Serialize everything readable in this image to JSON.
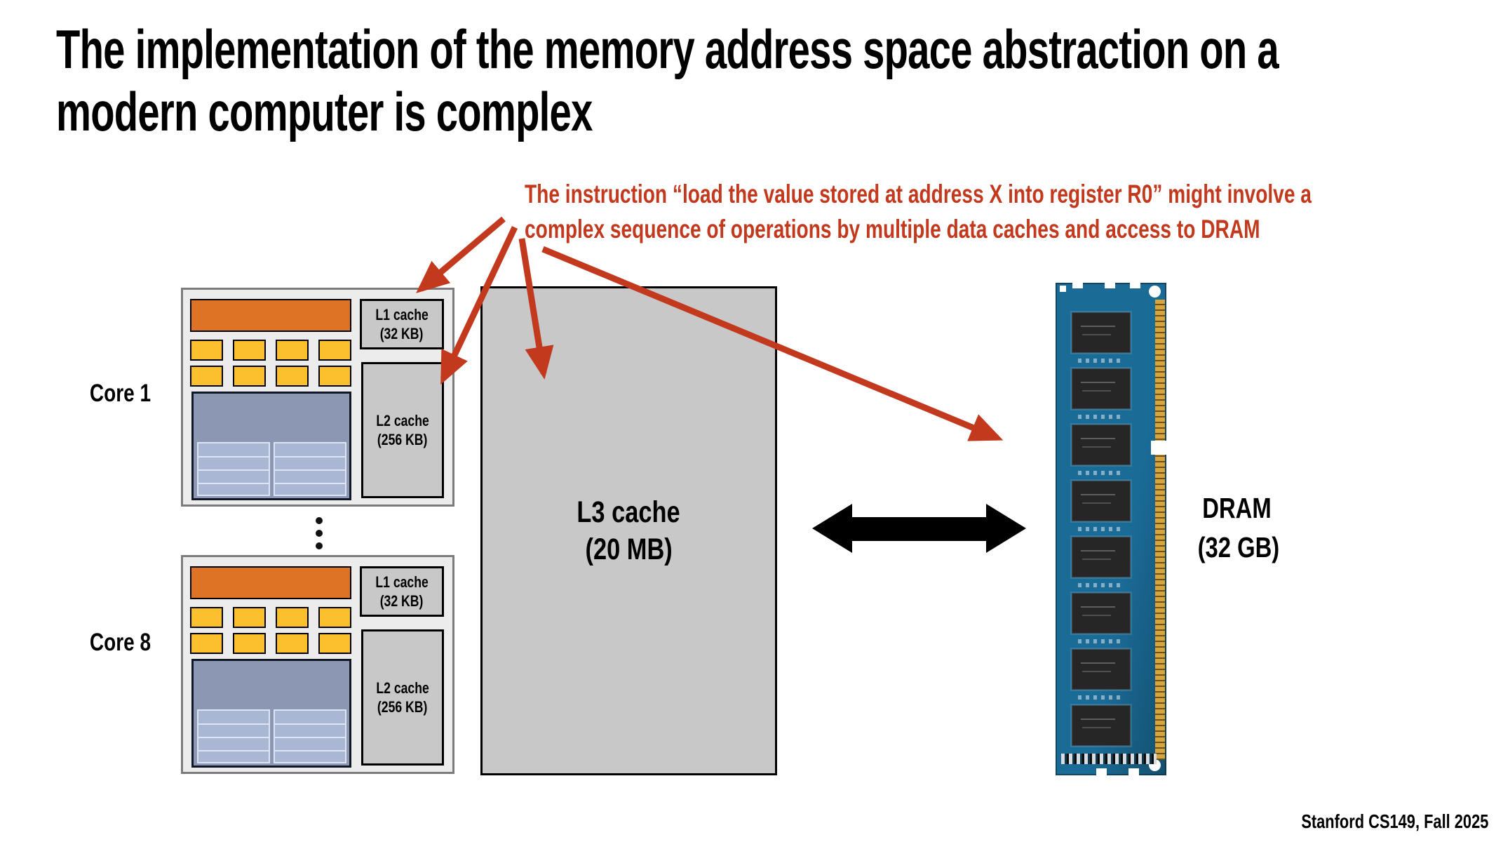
{
  "slide": {
    "title_line1": "The implementation of the memory address space abstraction on a",
    "title_line2": "modern computer is complex",
    "footer": "Stanford CS149, Fall 2025"
  },
  "annotation": {
    "line1": "The instruction “load the value stored at address X into register R0” might involve a",
    "line2": "complex sequence of operations by multiple data caches and access to DRAM"
  },
  "cores": [
    {
      "label": "Core 1",
      "l1_name": "L1 cache",
      "l1_size": "(32 KB)",
      "l2_name": "L2 cache",
      "l2_size": "(256 KB)"
    },
    {
      "label": "Core 8",
      "l1_name": "L1 cache",
      "l1_size": "(32 KB)",
      "l2_name": "L2 cache",
      "l2_size": "(256 KB)"
    }
  ],
  "l3_cache": {
    "name": "L3 cache",
    "size": "(20 MB)"
  },
  "dram": {
    "name": "DRAM",
    "size": "(32 GB)"
  },
  "icons": {
    "cores_ellipsis": "vertical-dots",
    "l3_dram_link": "double-headed-arrow",
    "annotation_pointers": "red-arrows"
  },
  "colors": {
    "red": "#c2391d",
    "orange": "#de7225",
    "yellow": "#fcbf2e",
    "blue_unit": "#8b97b3",
    "blue_unit_light": "#a9b7d4",
    "blue_unit_line": "#dde5f4",
    "gray_cache": "#c8c8c8",
    "core_bg": "#ececec",
    "core_border": "#7c7c7c",
    "pcb": "#1b6b97",
    "pcb_dark": "#134f6e",
    "gold": "#d8a43e"
  }
}
